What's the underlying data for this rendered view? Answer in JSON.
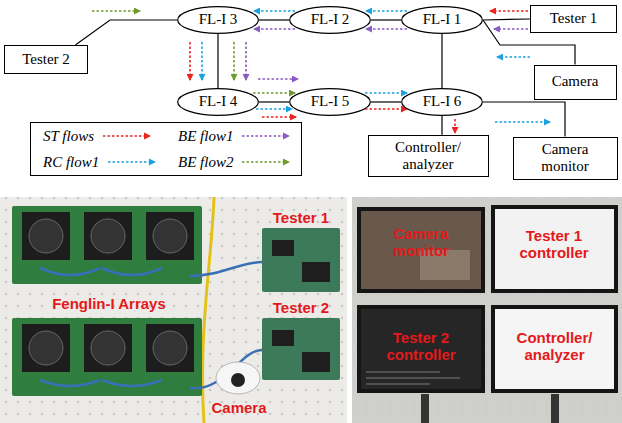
{
  "diagram": {
    "nodes": [
      {
        "text": [
          "FL-I 3"
        ]
      },
      {
        "text": [
          "FL-I 2"
        ]
      },
      {
        "text": [
          "FL-I 1"
        ]
      },
      {
        "text": [
          "Tester 1"
        ]
      },
      {
        "text": [
          "Tester 2"
        ]
      },
      {
        "text": [
          "FL-I 4"
        ]
      },
      {
        "text": [
          "FL-I 5"
        ]
      },
      {
        "text": [
          "FL-I 6"
        ]
      },
      {
        "text": [
          "Camera"
        ]
      },
      {
        "text": [
          "Controller/ analyzer"
        ]
      },
      {
        "text": [
          "Camera monitor"
        ]
      }
    ],
    "edges": [
      {
        "from": 4,
        "to": 0,
        "arrow": "none"
      },
      {
        "from": 0,
        "to": 1,
        "arrow": "none"
      },
      {
        "from": 1,
        "to": 2,
        "arrow": "none"
      },
      {
        "from": 2,
        "to": 3,
        "arrow": "none"
      },
      {
        "from": 2,
        "to": 8,
        "arrow": "none"
      },
      {
        "from": 2,
        "to": 7,
        "arrow": "none"
      },
      {
        "from": 0,
        "to": 5,
        "arrow": "none"
      },
      {
        "from": 5,
        "to": 6,
        "arrow": "none"
      },
      {
        "from": 6,
        "to": 7,
        "arrow": "none"
      },
      {
        "from": 7,
        "to": 9,
        "arrow": "none"
      },
      {
        "from": 7,
        "to": 10,
        "arrow": "none"
      }
    ],
    "labels": [
      "Fenglin-I Arrays",
      "Tester 1",
      "Tester 2",
      "Camera",
      "Camera monitor",
      "Tester 1 controller",
      "Tester 2 controller",
      "Controller/ analyzer"
    ],
    "legend": [
      {
        "text": "ST flows"
      },
      {
        "text": "BE flow1"
      },
      {
        "text": "RC flow1"
      },
      {
        "text": "BE flow2"
      }
    ]
  }
}
